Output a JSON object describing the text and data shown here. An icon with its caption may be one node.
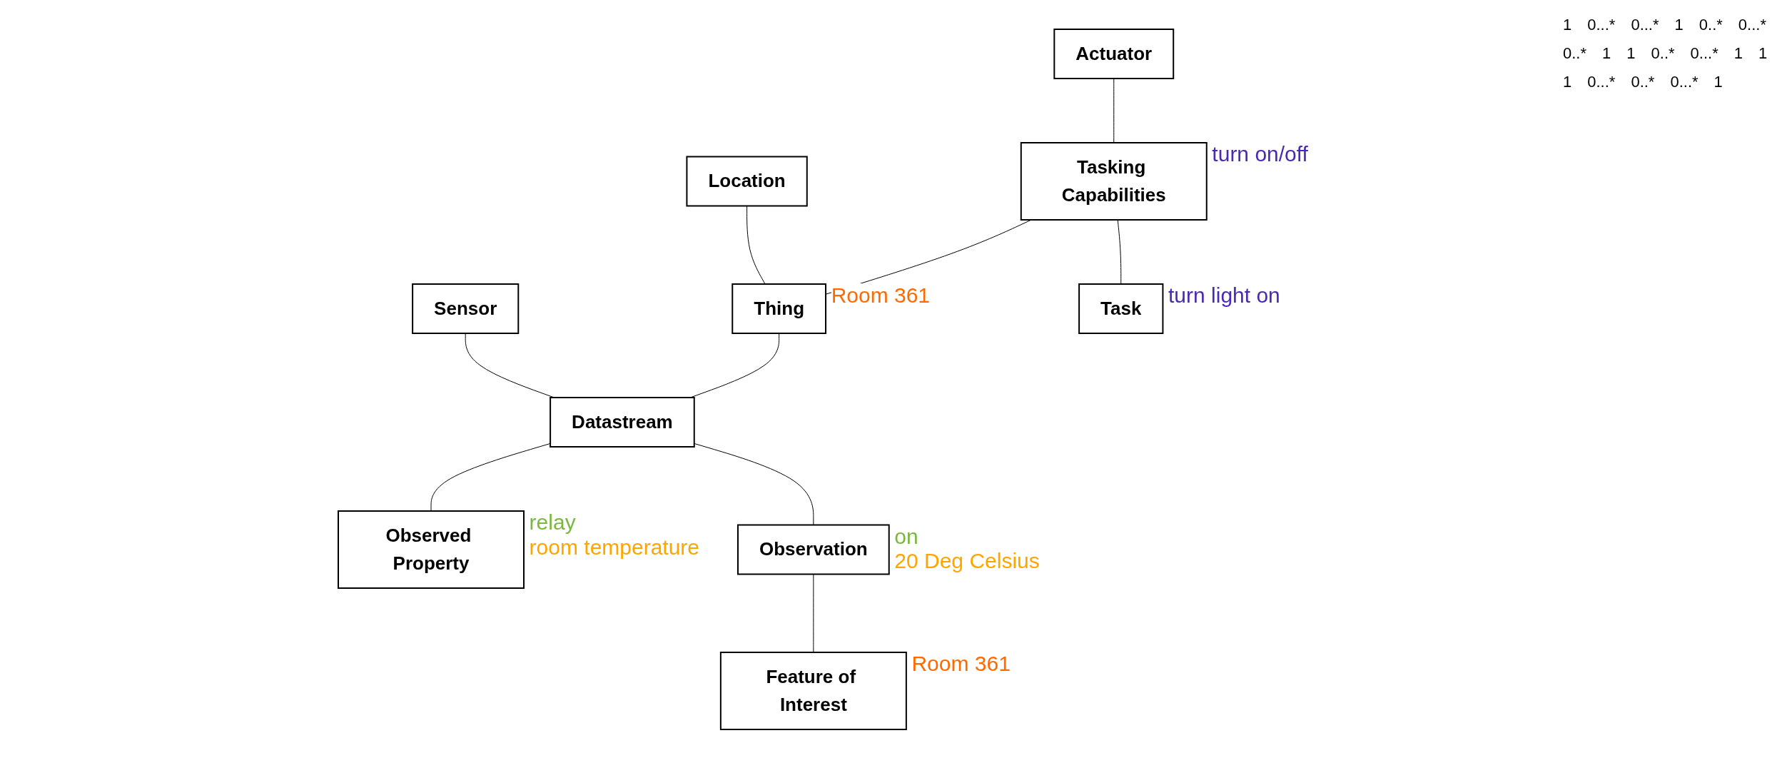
{
  "diagram": {
    "nodes": [
      {
        "text": [
          "Actuator"
        ]
      },
      {
        "text": [
          "Location"
        ]
      },
      {
        "text": [
          "Sensor"
        ]
      },
      {
        "text": [
          "Tasking Capabilities"
        ],
        "beside": [
          "turn on/off"
        ]
      },
      {
        "text": [
          "Thing"
        ],
        "beside": [
          "Room 361"
        ]
      },
      {
        "text": [
          "Datastream"
        ]
      },
      {
        "text": [
          "Observed Property"
        ],
        "beside": [
          "relay",
          "room temperature"
        ]
      },
      {
        "text": [
          "Task"
        ],
        "beside": [
          "turn light on"
        ]
      },
      {
        "text": [
          "Observation"
        ],
        "beside": [
          "on",
          "20 Deg Celsius"
        ]
      },
      {
        "text": [
          "Feature of Interest"
        ],
        "beside": [
          "Room 361"
        ]
      }
    ],
    "edges": [
      {
        "from": 0,
        "to": 3,
        "arrow": "none"
      },
      {
        "from": 1,
        "to": 4,
        "arrow": "none"
      },
      {
        "from": 2,
        "to": 5,
        "arrow": "none"
      },
      {
        "from": 3,
        "to": 4,
        "arrow": "none"
      },
      {
        "from": 4,
        "to": 5,
        "arrow": "none"
      },
      {
        "from": 5,
        "to": 6,
        "arrow": "none"
      },
      {
        "from": 3,
        "to": 7,
        "arrow": "none"
      },
      {
        "from": 5,
        "to": 8,
        "arrow": "none"
      },
      {
        "from": 8,
        "to": 9,
        "arrow": "none"
      }
    ],
    "labels": [
      "1",
      "0...*",
      "0...*",
      "1",
      "0..*",
      "0...*",
      "0..*",
      "1",
      "1",
      "0..*",
      "0...*",
      "1",
      "1",
      "1",
      "0...*",
      "0..*",
      "0...*",
      "1"
    ]
  }
}
